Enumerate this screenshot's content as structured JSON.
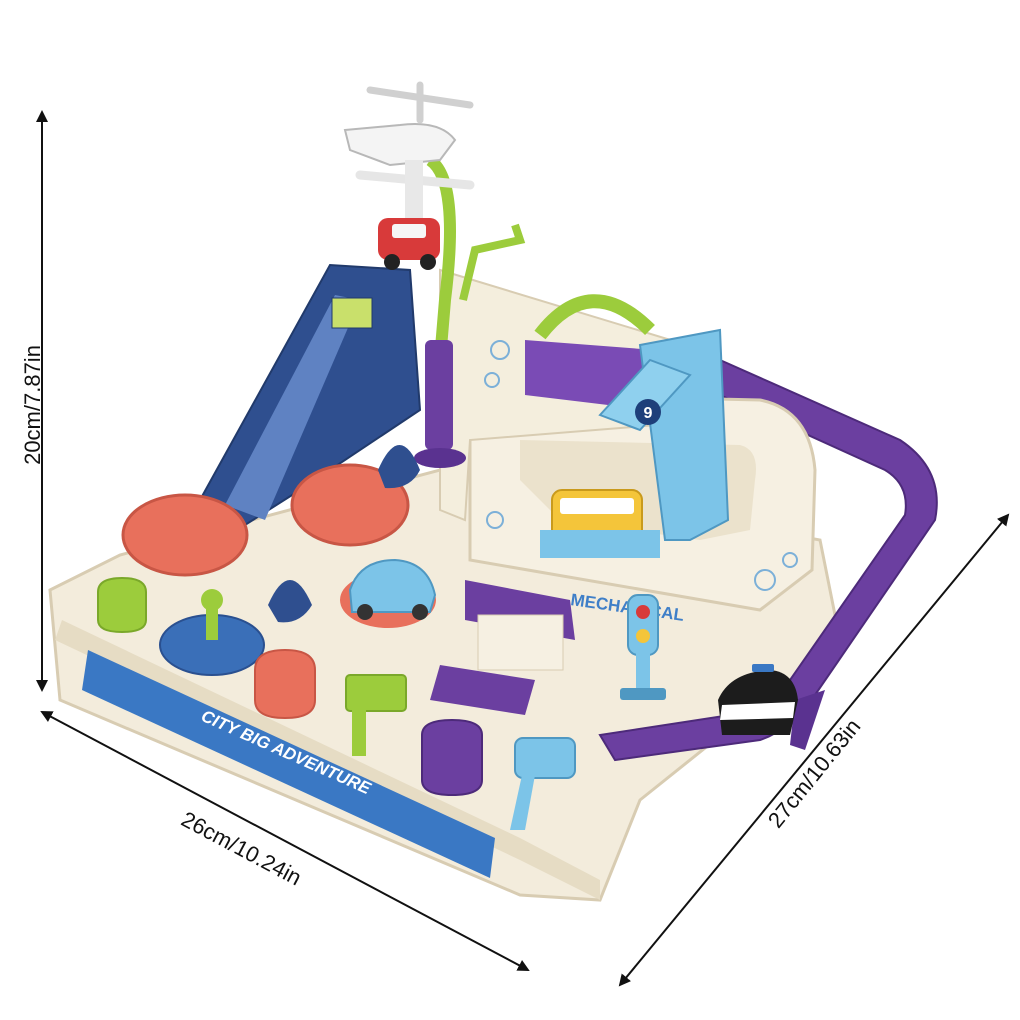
{
  "dimensions": {
    "height_label": "20cm/7.87in",
    "width_label": "26cm/10.24in",
    "depth_label": "27cm/10.63in"
  },
  "toy": {
    "brand_text": "CITY BIG ADVENTURE",
    "side_text": "MECHANICAL",
    "crane_number": "9"
  },
  "colors": {
    "base": "#f3ecdc",
    "track_purple": "#6b3fa0",
    "slide_blue": "#2f4f8f",
    "coral": "#e8705c",
    "light_blue": "#7cc4e8",
    "lime": "#9ccc3c"
  }
}
